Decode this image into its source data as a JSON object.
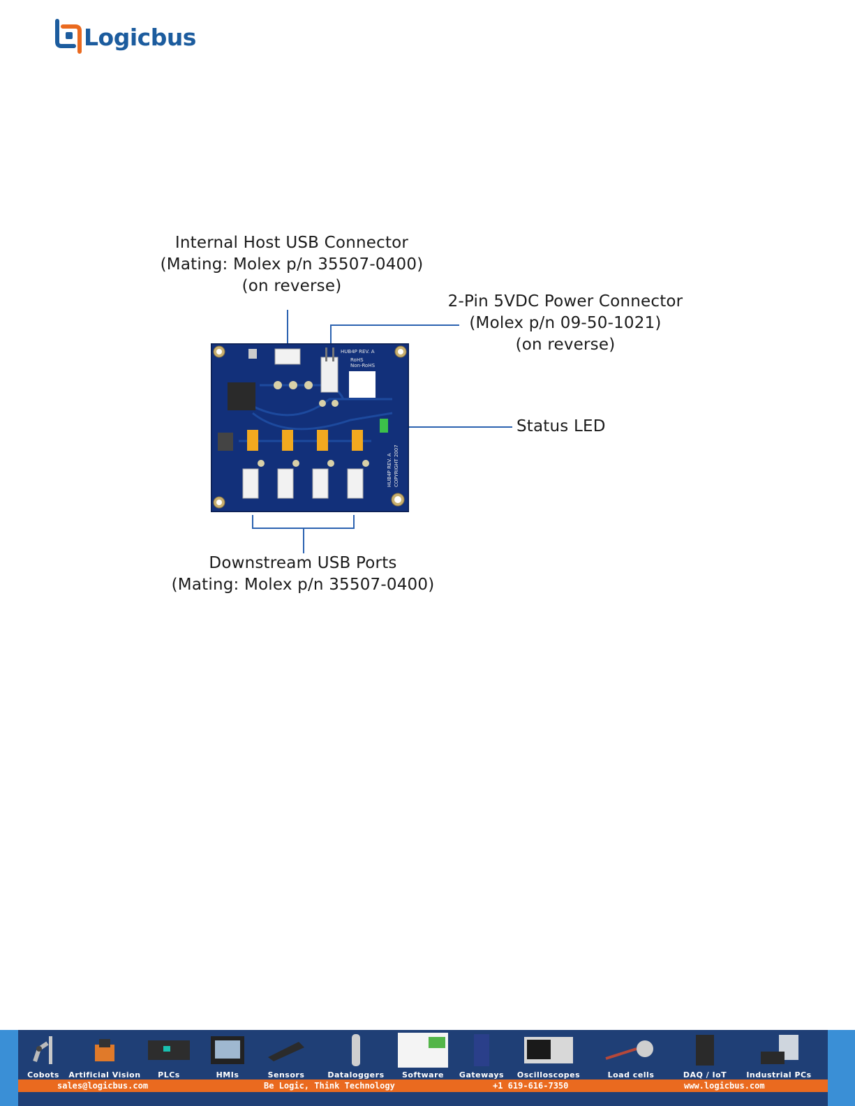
{
  "brand": {
    "name": "Logicbus",
    "mark_color": "#1c5c9e",
    "accent_color": "#ea6a1f"
  },
  "callouts": {
    "host_usb": {
      "lines": [
        "Internal Host USB Connector",
        "(Mating: Molex p/n 35507-0400)",
        "(on reverse)"
      ]
    },
    "power": {
      "lines": [
        "2-Pin 5VDC Power Connector",
        "(Molex p/n 09-50-1021)",
        "(on reverse)"
      ]
    },
    "status_led": {
      "lines": [
        "Status LED"
      ]
    },
    "downstream": {
      "lines": [
        "Downstream USB Ports",
        "(Mating: Molex p/n 35507-0400)"
      ]
    }
  },
  "board": {
    "silkscreen": [
      "HUB4P REV. A",
      "RoHS",
      "Non-RoHS",
      "HUB4P REV. A",
      "COPYRIGHT 2007"
    ],
    "color": "#12307a"
  },
  "footer": {
    "categories": [
      {
        "label": "Cobots",
        "icon": "cobot-icon"
      },
      {
        "label": "Artificial Vision",
        "icon": "camera-icon"
      },
      {
        "label": "PLCs",
        "icon": "plc-icon"
      },
      {
        "label": "HMIs",
        "icon": "hmi-icon"
      },
      {
        "label": "Sensors",
        "icon": "sensor-icon"
      },
      {
        "label": "Dataloggers",
        "icon": "datalogger-icon"
      },
      {
        "label": "Software",
        "icon": "software-icon"
      },
      {
        "label": "Gateways",
        "icon": "gateway-icon"
      },
      {
        "label": "Oscilloscopes",
        "icon": "oscilloscope-icon"
      },
      {
        "label": "Load cells",
        "icon": "loadcell-icon"
      },
      {
        "label": "DAQ / IoT",
        "icon": "daq-icon"
      },
      {
        "label": "Industrial PCs",
        "icon": "industrial-pc-icon"
      }
    ],
    "contact": {
      "email": "sales@logicbus.com",
      "slogan": "Be Logic, Think Technology",
      "phone": "+1 619-616-7350",
      "website": "www.logicbus.com"
    }
  }
}
